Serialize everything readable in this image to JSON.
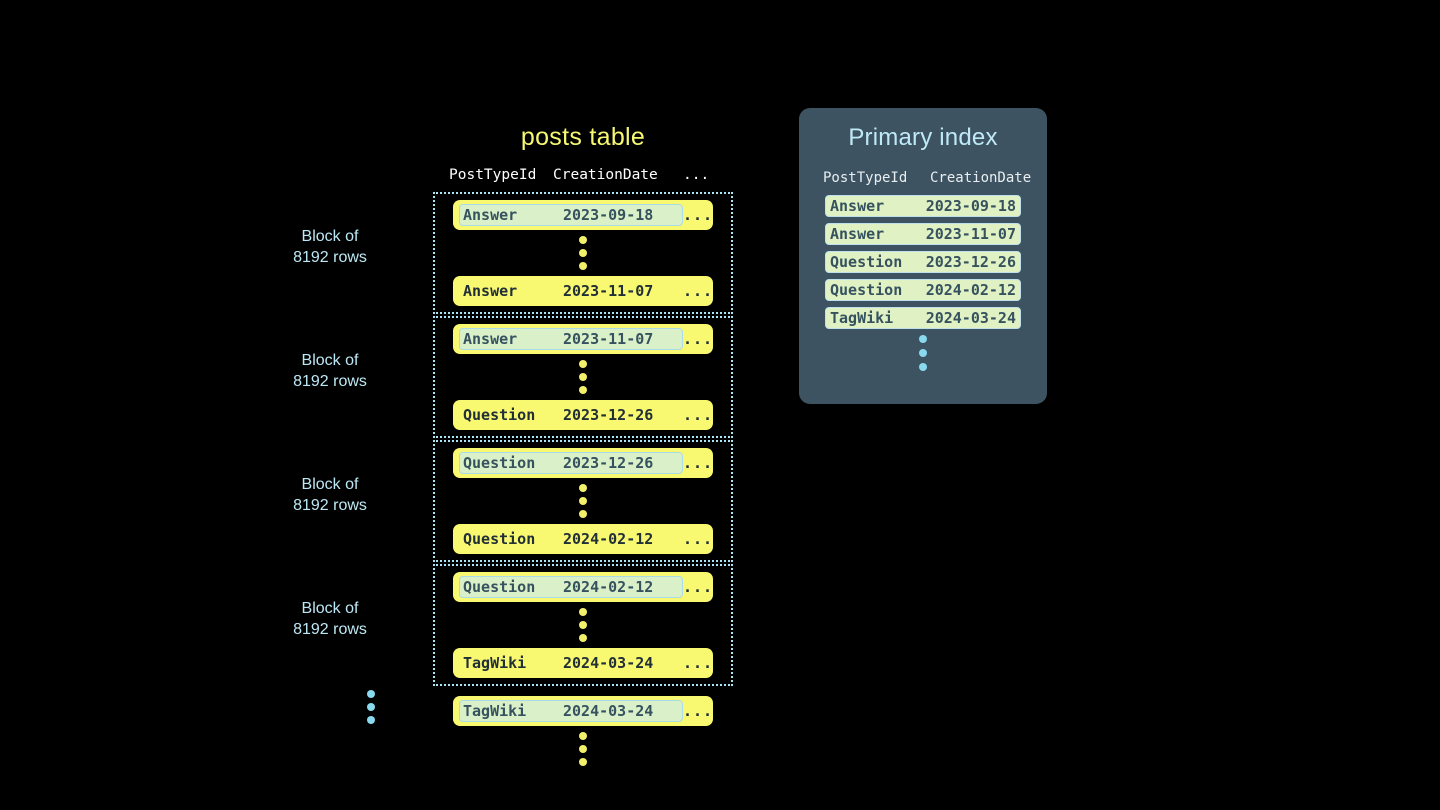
{
  "posts_table": {
    "title": "posts table",
    "columns": [
      "PostTypeId",
      "CreationDate",
      "..."
    ],
    "more_cell": "...",
    "blocks": [
      {
        "label_line1": "Block of",
        "label_line2": "8192 rows",
        "first_row": {
          "type": "Answer",
          "date": "2023-09-18",
          "more": "..."
        },
        "last_row": {
          "type": "Answer",
          "date": "2023-11-07",
          "more": "..."
        }
      },
      {
        "label_line1": "Block of",
        "label_line2": "8192 rows",
        "first_row": {
          "type": "Answer",
          "date": "2023-11-07",
          "more": "..."
        },
        "last_row": {
          "type": "Question",
          "date": "2023-12-26",
          "more": "..."
        }
      },
      {
        "label_line1": "Block of",
        "label_line2": "8192 rows",
        "first_row": {
          "type": "Question",
          "date": "2023-12-26",
          "more": "..."
        },
        "last_row": {
          "type": "Question",
          "date": "2024-02-12",
          "more": "..."
        }
      },
      {
        "label_line1": "Block of",
        "label_line2": "8192 rows",
        "first_row": {
          "type": "Question",
          "date": "2024-02-12",
          "more": "..."
        },
        "last_row": {
          "type": "TagWiki",
          "date": "2024-03-24",
          "more": "..."
        }
      }
    ],
    "tail_row": {
      "type": "TagWiki",
      "date": "2024-03-24",
      "more": "..."
    }
  },
  "primary_index": {
    "title": "Primary index",
    "columns": [
      "PostTypeId",
      "CreationDate"
    ],
    "entries": [
      {
        "type": "Answer",
        "date": "2023-09-18"
      },
      {
        "type": "Answer",
        "date": "2023-11-07"
      },
      {
        "type": "Question",
        "date": "2023-12-26"
      },
      {
        "type": "Question",
        "date": "2024-02-12"
      },
      {
        "type": "TagWiki",
        "date": "2024-03-24"
      }
    ]
  },
  "colors": {
    "background": "#000000",
    "row_yellow": "#f9f871",
    "highlight_fill": "#d9f0c9",
    "highlight_border": "#a9dbe8",
    "block_border": "#a9e5f5",
    "panel_bg": "#3d5361",
    "panel_title": "#bfe9f7",
    "index_entry_fill": "#e0f2c4",
    "title_yellow": "#f7f871",
    "label_blue": "#bce8f5",
    "dot_yellow": "#f2f06a",
    "dot_blue": "#89d9ef",
    "mono_text_dark": "#212f36"
  }
}
